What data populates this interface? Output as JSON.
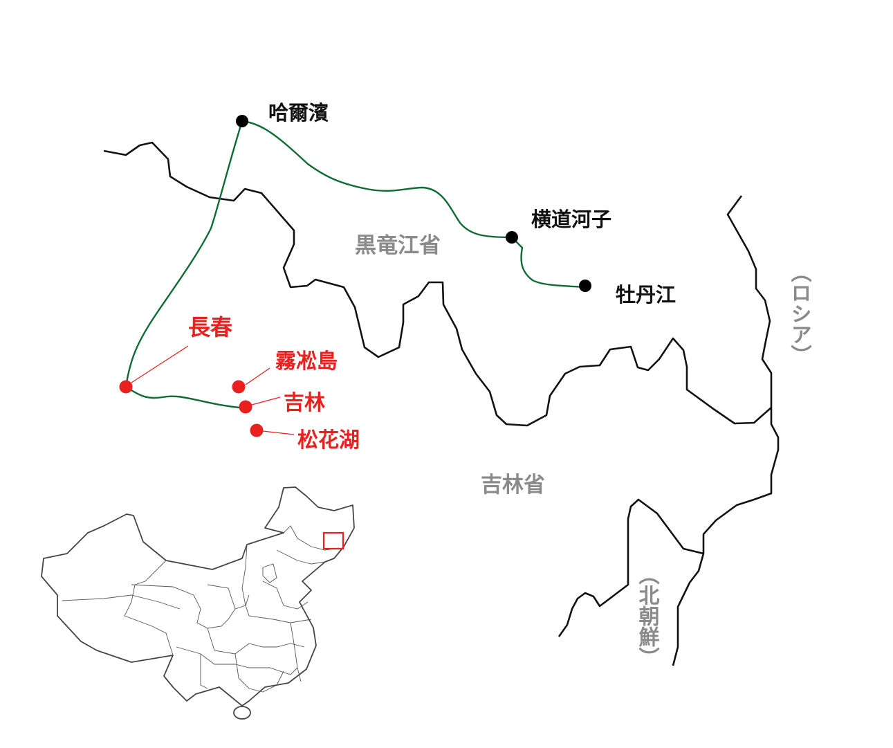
{
  "colors": {
    "rail": "#0e6b34",
    "highlight": "#e8211f",
    "border": "#111111",
    "region_label": "#8a8a8a"
  },
  "cities_black": [
    {
      "name": "哈爾濱"
    },
    {
      "name": "横道河子"
    },
    {
      "name": "牡丹江"
    }
  ],
  "cities_red": [
    {
      "name": "長春"
    },
    {
      "name": "霧凇島"
    },
    {
      "name": "吉林"
    },
    {
      "name": "松花湖"
    }
  ],
  "regions": {
    "heilongjiang": "黒竜江省",
    "jilin": "吉林省",
    "russia": "（ロシア）",
    "north_korea": "（北朝鮮）"
  },
  "inset": {
    "description_icon": "china-locator-map"
  }
}
